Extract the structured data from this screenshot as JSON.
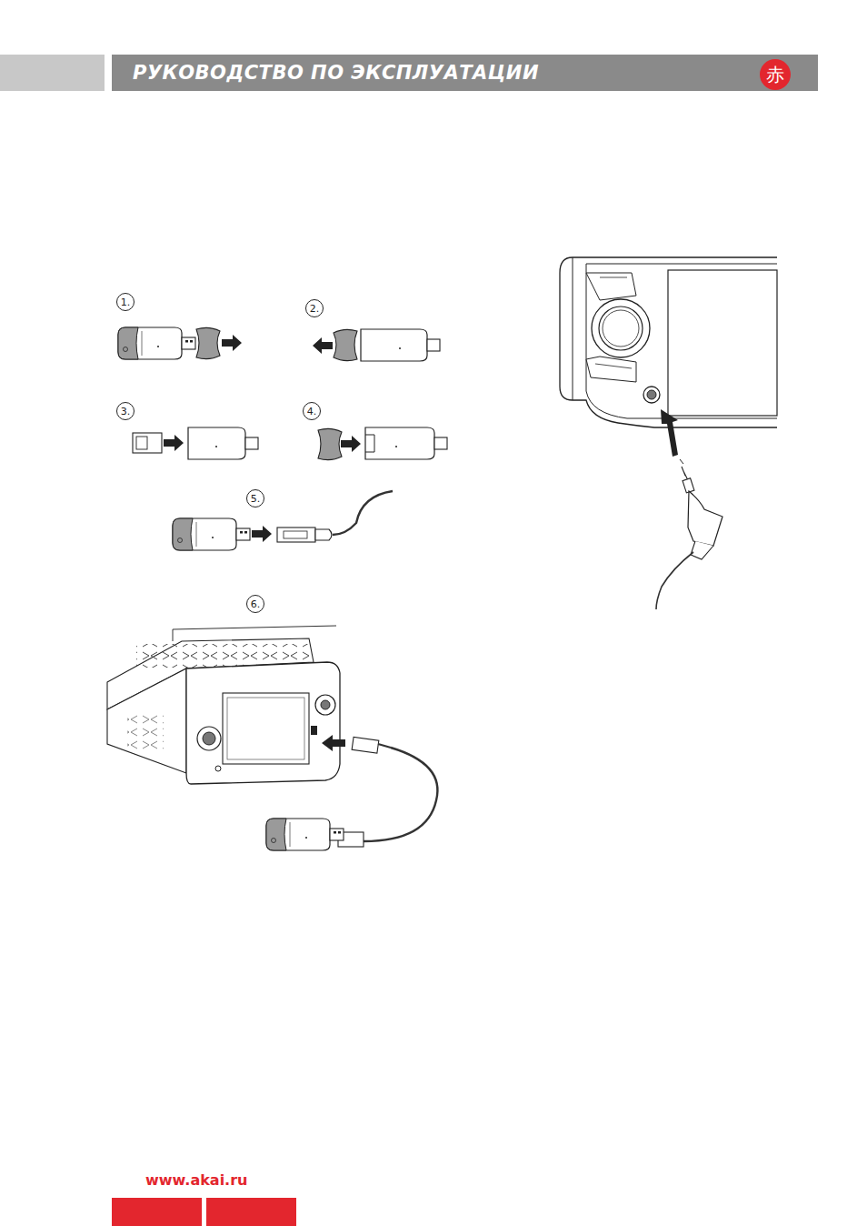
{
  "diagram": {
    "title": "РУКОВОДСТВО ПО ЭКСПЛУАТАЦИИ",
    "labels": [
      "1.",
      "2.",
      "3.",
      "4.",
      "5.",
      "6.",
      "赤",
      "www.akai.ru"
    ]
  }
}
